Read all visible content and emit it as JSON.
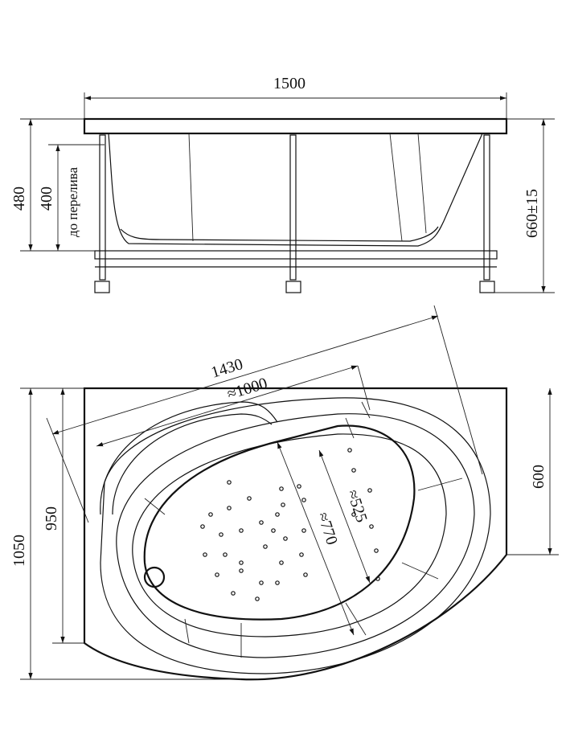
{
  "side_view": {
    "width_label": "1500",
    "height_total_label": "480",
    "overflow_height_label": "400",
    "overflow_caption": "до перелива",
    "leg_height_label": "660±15"
  },
  "top_view": {
    "diagonal_label": "1430",
    "inner_diagonal_label": "≈1000",
    "depth_total_label": "1050",
    "depth_inner_label": "950",
    "right_side_label": "600",
    "basin_length_label": "≈770",
    "basin_width_label": "≈525"
  }
}
